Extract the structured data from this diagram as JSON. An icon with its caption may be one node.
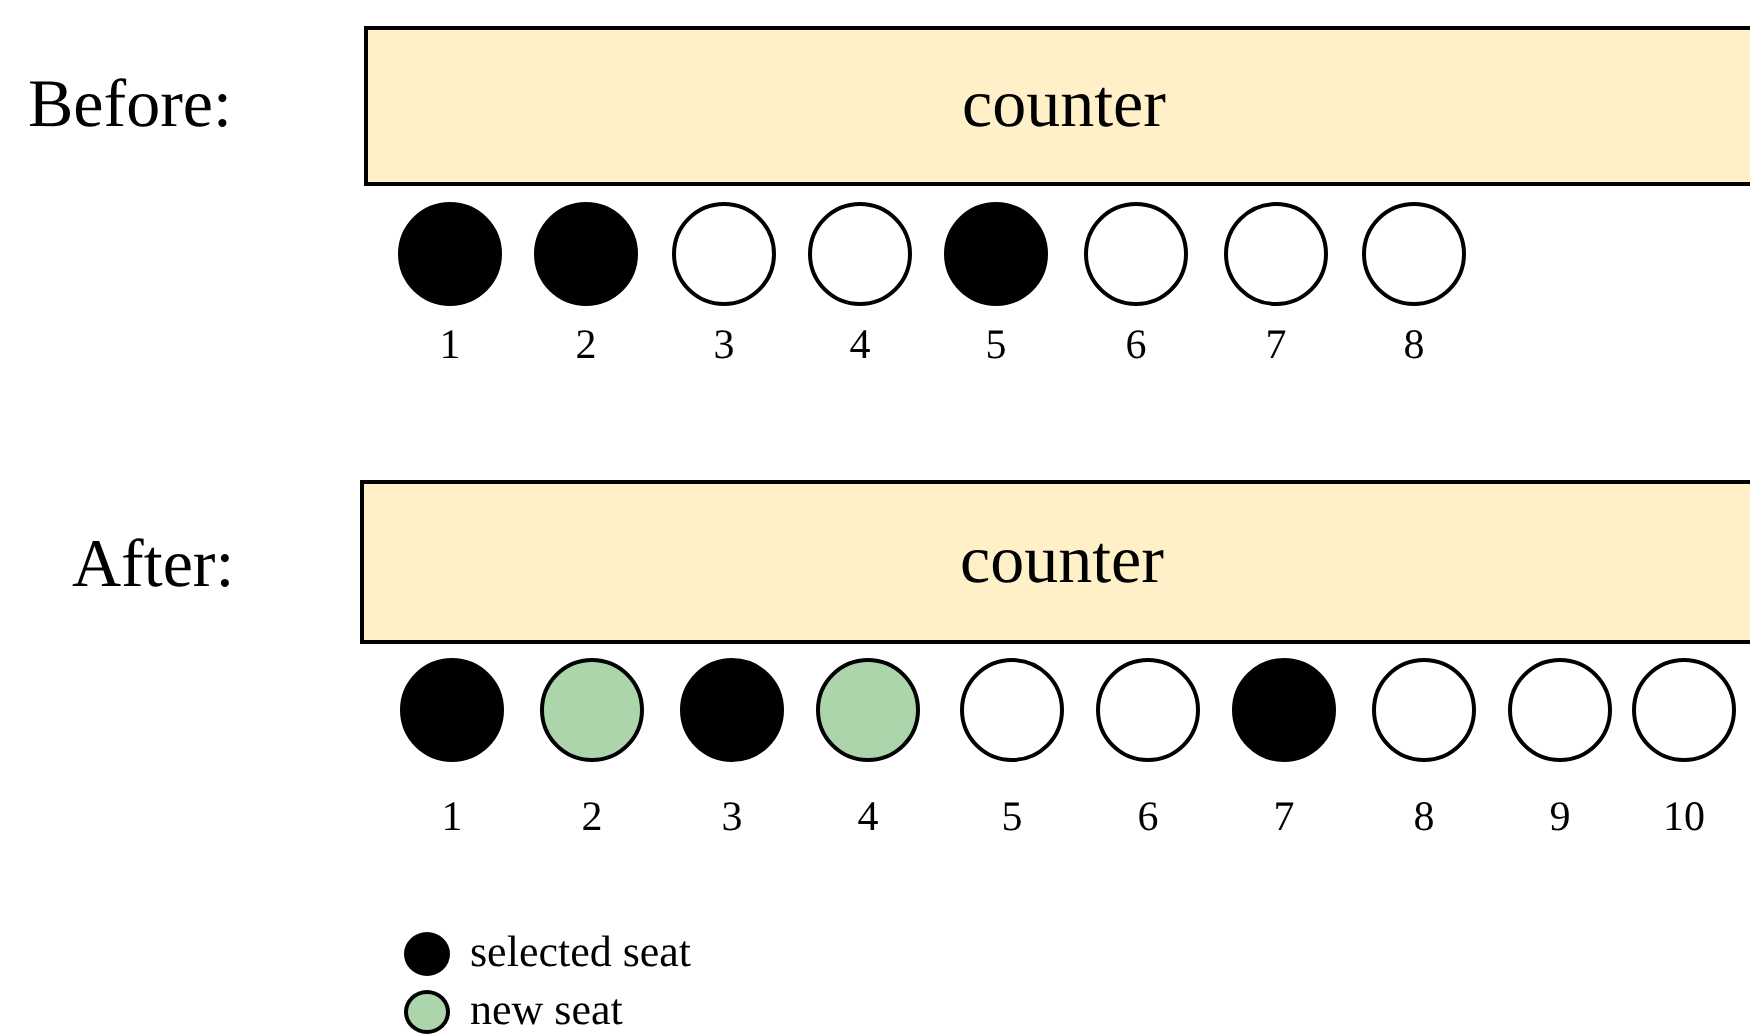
{
  "diagram": {
    "nodes": [
      {
        "text": [
          "counter"
        ]
      },
      {
        "text": [],
        "shape": "circle",
        "beside": [
          "1"
        ]
      },
      {
        "text": [],
        "shape": "circle",
        "beside": [
          "2"
        ]
      },
      {
        "text": [],
        "shape": "circle",
        "beside": [
          "3"
        ]
      },
      {
        "text": [],
        "shape": "circle",
        "beside": [
          "4"
        ]
      },
      {
        "text": [],
        "shape": "circle",
        "beside": [
          "5"
        ]
      },
      {
        "text": [],
        "shape": "circle",
        "beside": [
          "6"
        ]
      },
      {
        "text": [],
        "shape": "circle",
        "beside": [
          "7"
        ]
      },
      {
        "text": [],
        "shape": "circle",
        "beside": [
          "8"
        ]
      },
      {
        "text": [
          "counter"
        ]
      },
      {
        "text": [],
        "shape": "circle",
        "beside": [
          "1"
        ]
      },
      {
        "text": [],
        "shape": "circle",
        "beside": [
          "2"
        ]
      },
      {
        "text": [],
        "shape": "circle",
        "beside": [
          "3"
        ]
      },
      {
        "text": [],
        "shape": "circle",
        "beside": [
          "4"
        ]
      },
      {
        "text": [],
        "shape": "circle",
        "beside": [
          "5"
        ]
      },
      {
        "text": [],
        "shape": "circle",
        "beside": [
          "6"
        ]
      },
      {
        "text": [],
        "shape": "circle",
        "beside": [
          "7"
        ]
      },
      {
        "text": [],
        "shape": "circle",
        "beside": [
          "8"
        ]
      },
      {
        "text": [],
        "shape": "circle",
        "beside": [
          "9"
        ]
      },
      {
        "text": [],
        "shape": "circle",
        "beside": [
          "10"
        ]
      }
    ],
    "edges": [],
    "labels": [
      "Before:",
      "After:"
    ],
    "legend": [
      {
        "text": "selected seat",
        "color": "#000000"
      },
      {
        "text": "new seat",
        "color": "#acd5ac"
      }
    ]
  }
}
